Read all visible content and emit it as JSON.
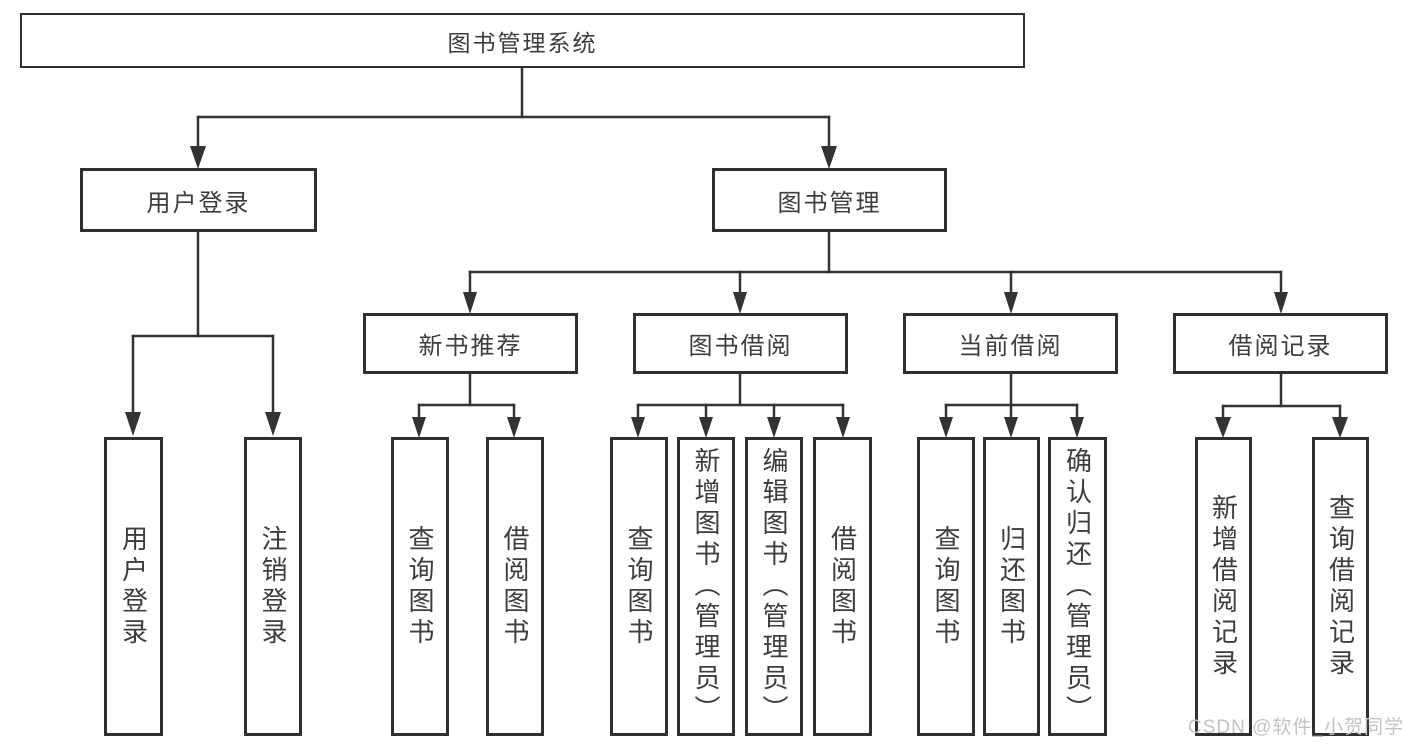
{
  "diagram_type": "hierarchy-tree",
  "colors": {
    "background": "#ffffff",
    "line": "#333333",
    "box_border": "#303030",
    "box_fill": "#ffffff",
    "text": "#3d3d3d",
    "watermark_text": "#c3c3c3"
  },
  "tree": {
    "root": {
      "label": "图书管理系统"
    },
    "level2": [
      {
        "id": "user-login",
        "label": "用户登录",
        "parent": "图书管理系统"
      },
      {
        "id": "book-management",
        "label": "图书管理",
        "parent": "图书管理系统"
      }
    ],
    "level3": [
      {
        "id": "new-book-recommend",
        "label": "新书推荐",
        "parent": "图书管理"
      },
      {
        "id": "book-borrowing",
        "label": "图书借阅",
        "parent": "图书管理"
      },
      {
        "id": "current-borrowing",
        "label": "当前借阅",
        "parent": "图书管理"
      },
      {
        "id": "borrowing-records",
        "label": "借阅记录",
        "parent": "图书管理"
      }
    ],
    "leaves": [
      {
        "id": "leaf-user-login",
        "label": "用户登录",
        "parent": "用户登录"
      },
      {
        "id": "leaf-logout",
        "label": "注销登录",
        "parent": "用户登录"
      },
      {
        "id": "leaf-query-books-1",
        "label": "查询图书",
        "parent": "新书推荐"
      },
      {
        "id": "leaf-borrow-books-1",
        "label": "借阅图书",
        "parent": "新书推荐"
      },
      {
        "id": "leaf-query-books-2",
        "label": "查询图书",
        "parent": "图书借阅"
      },
      {
        "id": "leaf-add-books",
        "label": "新增图书（管理员）",
        "parent": "图书借阅"
      },
      {
        "id": "leaf-edit-books",
        "label": "编辑图书（管理员）",
        "parent": "图书借阅"
      },
      {
        "id": "leaf-borrow-books-2",
        "label": "借阅图书",
        "parent": "图书借阅"
      },
      {
        "id": "leaf-query-books-3",
        "label": "查询图书",
        "parent": "当前借阅"
      },
      {
        "id": "leaf-return-books",
        "label": "归还图书",
        "parent": "当前借阅"
      },
      {
        "id": "leaf-confirm-return",
        "label": "确认归还（管理员）",
        "parent": "当前借阅"
      },
      {
        "id": "leaf-add-record",
        "label": "新增借阅记录",
        "parent": "借阅记录"
      },
      {
        "id": "leaf-query-record",
        "label": "查询借阅记录",
        "parent": "借阅记录"
      }
    ]
  },
  "watermark": "CSDN @软件_小贺同学"
}
